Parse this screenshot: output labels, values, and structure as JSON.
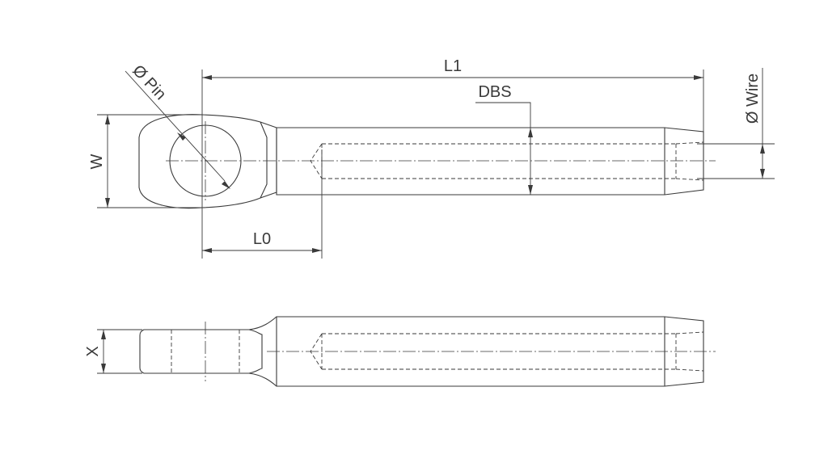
{
  "labels": {
    "pin_diameter": "Ø Pin",
    "overall_length": "L1",
    "dbs": "DBS",
    "wire_diameter": "Ø Wire",
    "width": "W",
    "eye_length": "L0",
    "thickness": "X"
  },
  "colors": {
    "line": "#3a3a3a",
    "background": "#ffffff"
  }
}
